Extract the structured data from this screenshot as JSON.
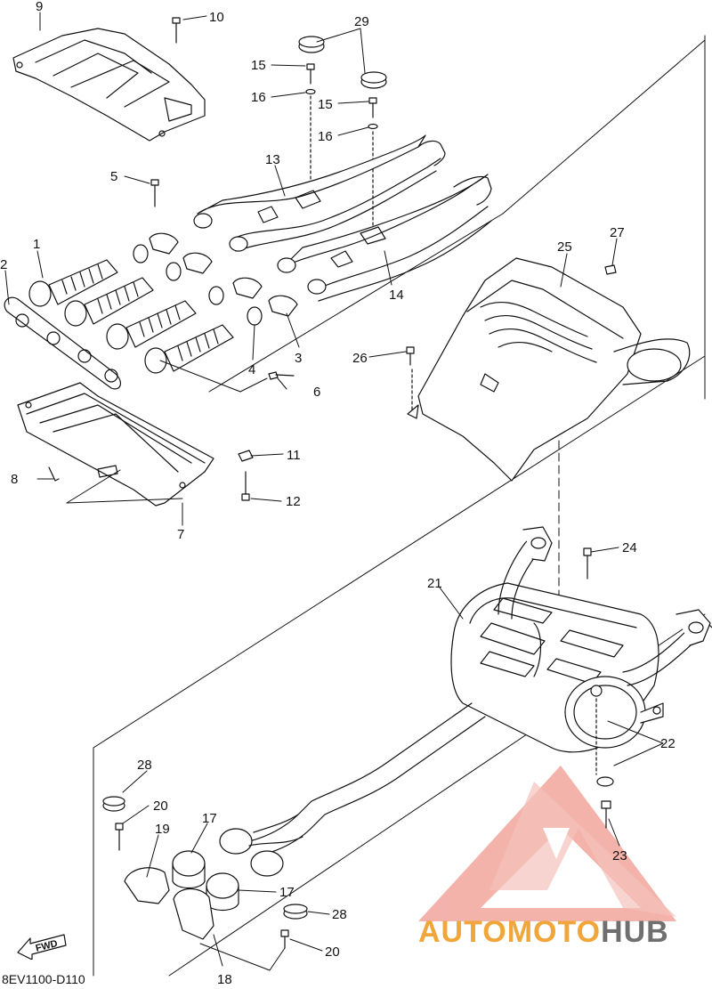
{
  "diagram": {
    "part_code": "8EV1100-D110",
    "fwd_label": "FWD",
    "callouts": [
      {
        "id": "c1",
        "text": "1"
      },
      {
        "id": "c2",
        "text": "2"
      },
      {
        "id": "c3",
        "text": "3"
      },
      {
        "id": "c4",
        "text": "4"
      },
      {
        "id": "c5",
        "text": "5"
      },
      {
        "id": "c6",
        "text": "6"
      },
      {
        "id": "c7",
        "text": "7"
      },
      {
        "id": "c8",
        "text": "8"
      },
      {
        "id": "c9",
        "text": "9"
      },
      {
        "id": "c10",
        "text": "10"
      },
      {
        "id": "c11",
        "text": "11"
      },
      {
        "id": "c12",
        "text": "12"
      },
      {
        "id": "c13",
        "text": "13"
      },
      {
        "id": "c14",
        "text": "14"
      },
      {
        "id": "c15a",
        "text": "15"
      },
      {
        "id": "c15b",
        "text": "15"
      },
      {
        "id": "c16a",
        "text": "16"
      },
      {
        "id": "c16b",
        "text": "16"
      },
      {
        "id": "c17a",
        "text": "17"
      },
      {
        "id": "c17b",
        "text": "17"
      },
      {
        "id": "c18",
        "text": "18"
      },
      {
        "id": "c19",
        "text": "19"
      },
      {
        "id": "c20a",
        "text": "20"
      },
      {
        "id": "c20b",
        "text": "20"
      },
      {
        "id": "c21",
        "text": "21"
      },
      {
        "id": "c22",
        "text": "22"
      },
      {
        "id": "c23",
        "text": "23"
      },
      {
        "id": "c24",
        "text": "24"
      },
      {
        "id": "c25",
        "text": "25"
      },
      {
        "id": "c26",
        "text": "26"
      },
      {
        "id": "c27",
        "text": "27"
      },
      {
        "id": "c28a",
        "text": "28"
      },
      {
        "id": "c28b",
        "text": "28"
      },
      {
        "id": "c29",
        "text": "29"
      }
    ]
  },
  "watermark": {
    "part1": "AUTOMOTO",
    "part2": "HUB",
    "color_primary": "#f0a63a",
    "color_secondary": "#6f6f6f",
    "logo_color": "#e8534a"
  }
}
